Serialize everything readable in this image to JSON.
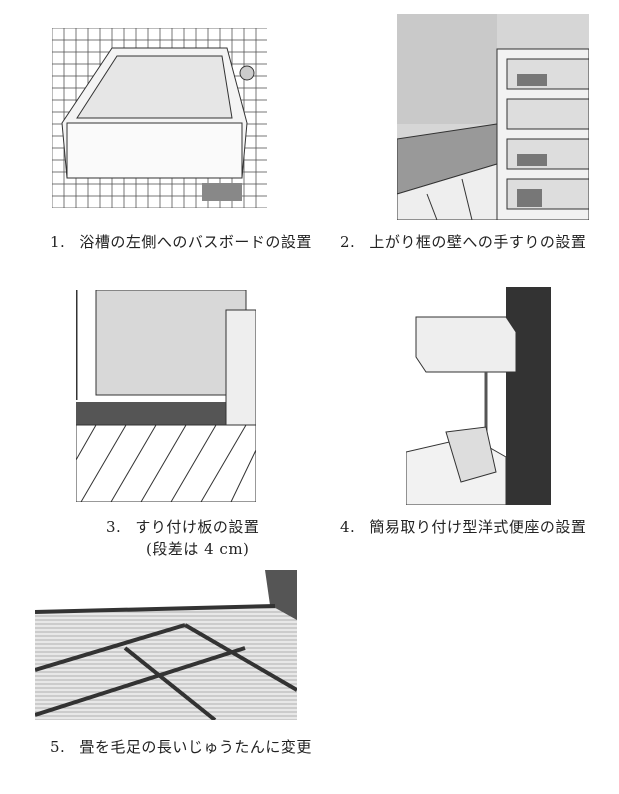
{
  "items": [
    {
      "number": "1.",
      "caption": "浴槽の左側へのバスボードの設置"
    },
    {
      "number": "2.",
      "caption": "上がり框の壁への手すりの設置"
    },
    {
      "number": "3.",
      "caption": "すり付け板の設置",
      "sub_caption": "(段差は 4 cm)"
    },
    {
      "number": "4.",
      "caption": "簡易取り付け型洋式便座の設置"
    },
    {
      "number": "5.",
      "caption": "畳を毛足の長いじゅうたんに変更"
    }
  ]
}
